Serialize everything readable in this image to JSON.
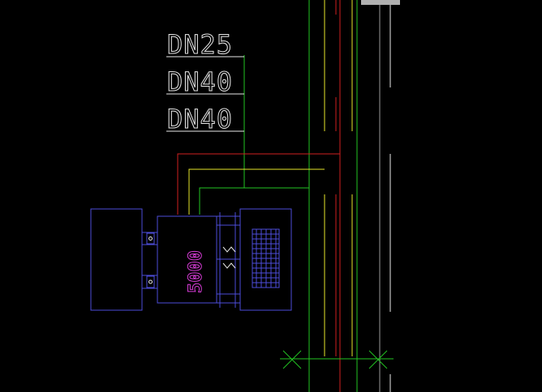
{
  "drawing": {
    "background": "#000000",
    "colors": {
      "green": "#22c322",
      "red": "#d02020",
      "yellow": "#e6e62a",
      "blue": "#4d4dd9",
      "magenta": "#d63cd6",
      "white": "#e8e8e8",
      "gray": "#9a9a9a"
    },
    "pipe_labels": [
      "DN25",
      "DN40",
      "DN40"
    ],
    "unit_label": "5000"
  }
}
